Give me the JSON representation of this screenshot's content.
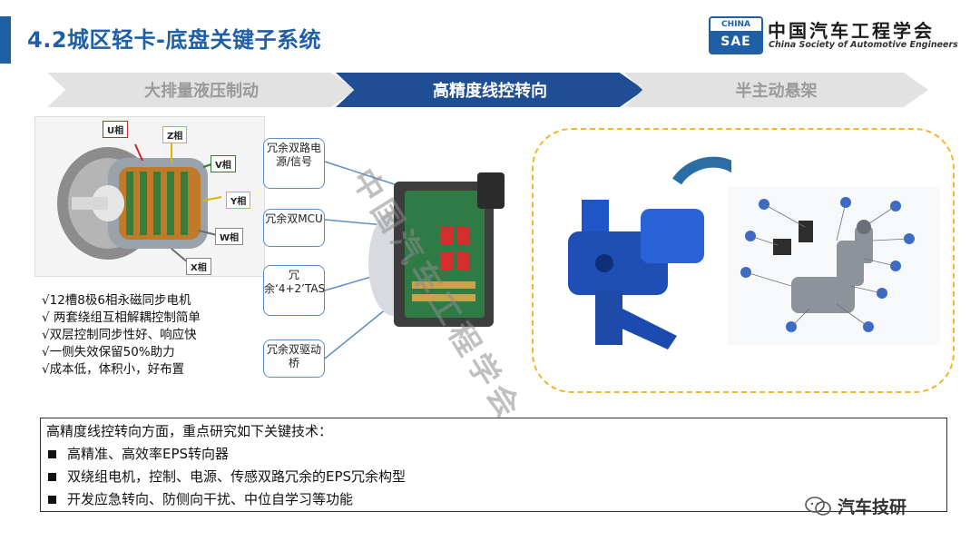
{
  "header": {
    "title": "4.2城区轻卡-底盘关键子系统",
    "logo_top": "CHINA",
    "logo_bottom": "SAE",
    "org_name_cn": "中国汽车工程学会",
    "org_name_en": "China Society of Automotive Engineers"
  },
  "nav": {
    "tabs": [
      {
        "label": "大排量液压制动",
        "state": "inactive"
      },
      {
        "label": "高精度线控转向",
        "state": "active"
      },
      {
        "label": "半主动悬架",
        "state": "inactive"
      }
    ]
  },
  "motor": {
    "phase_labels": [
      "U相",
      "Z相",
      "V相",
      "Y相",
      "W相",
      "X相"
    ]
  },
  "features": [
    "√12槽8极6相永磁同步电机",
    "√ 两套绕组互相解耦控制简单",
    "√双层控制同步性好、响应快",
    "√一侧失效保留50%助力",
    "√成本低，体积小，好布置"
  ],
  "callouts": [
    "冗余双路电源/信号",
    "冗余双MCU",
    "冗余‘4+2’TAS",
    "冗余双驱动桥"
  ],
  "tech": {
    "intro": "高精度线控转向方面，重点研究如下关键技术：",
    "items": [
      "高精准、高效率EPS转向器",
      "双绕组电机，控制、电源、传感双路冗余的EPS冗余构型",
      "开发应急转向、防侧向干扰、中位自学习等功能"
    ]
  },
  "watermark": "中国汽车工程学会",
  "wechat_label": "汽车技研",
  "colors": {
    "brand_blue": "#1f5fa6",
    "nav_active": "#1f4e95",
    "nav_inactive": "#e2e2e2",
    "dashed_border": "#f0b82b"
  }
}
